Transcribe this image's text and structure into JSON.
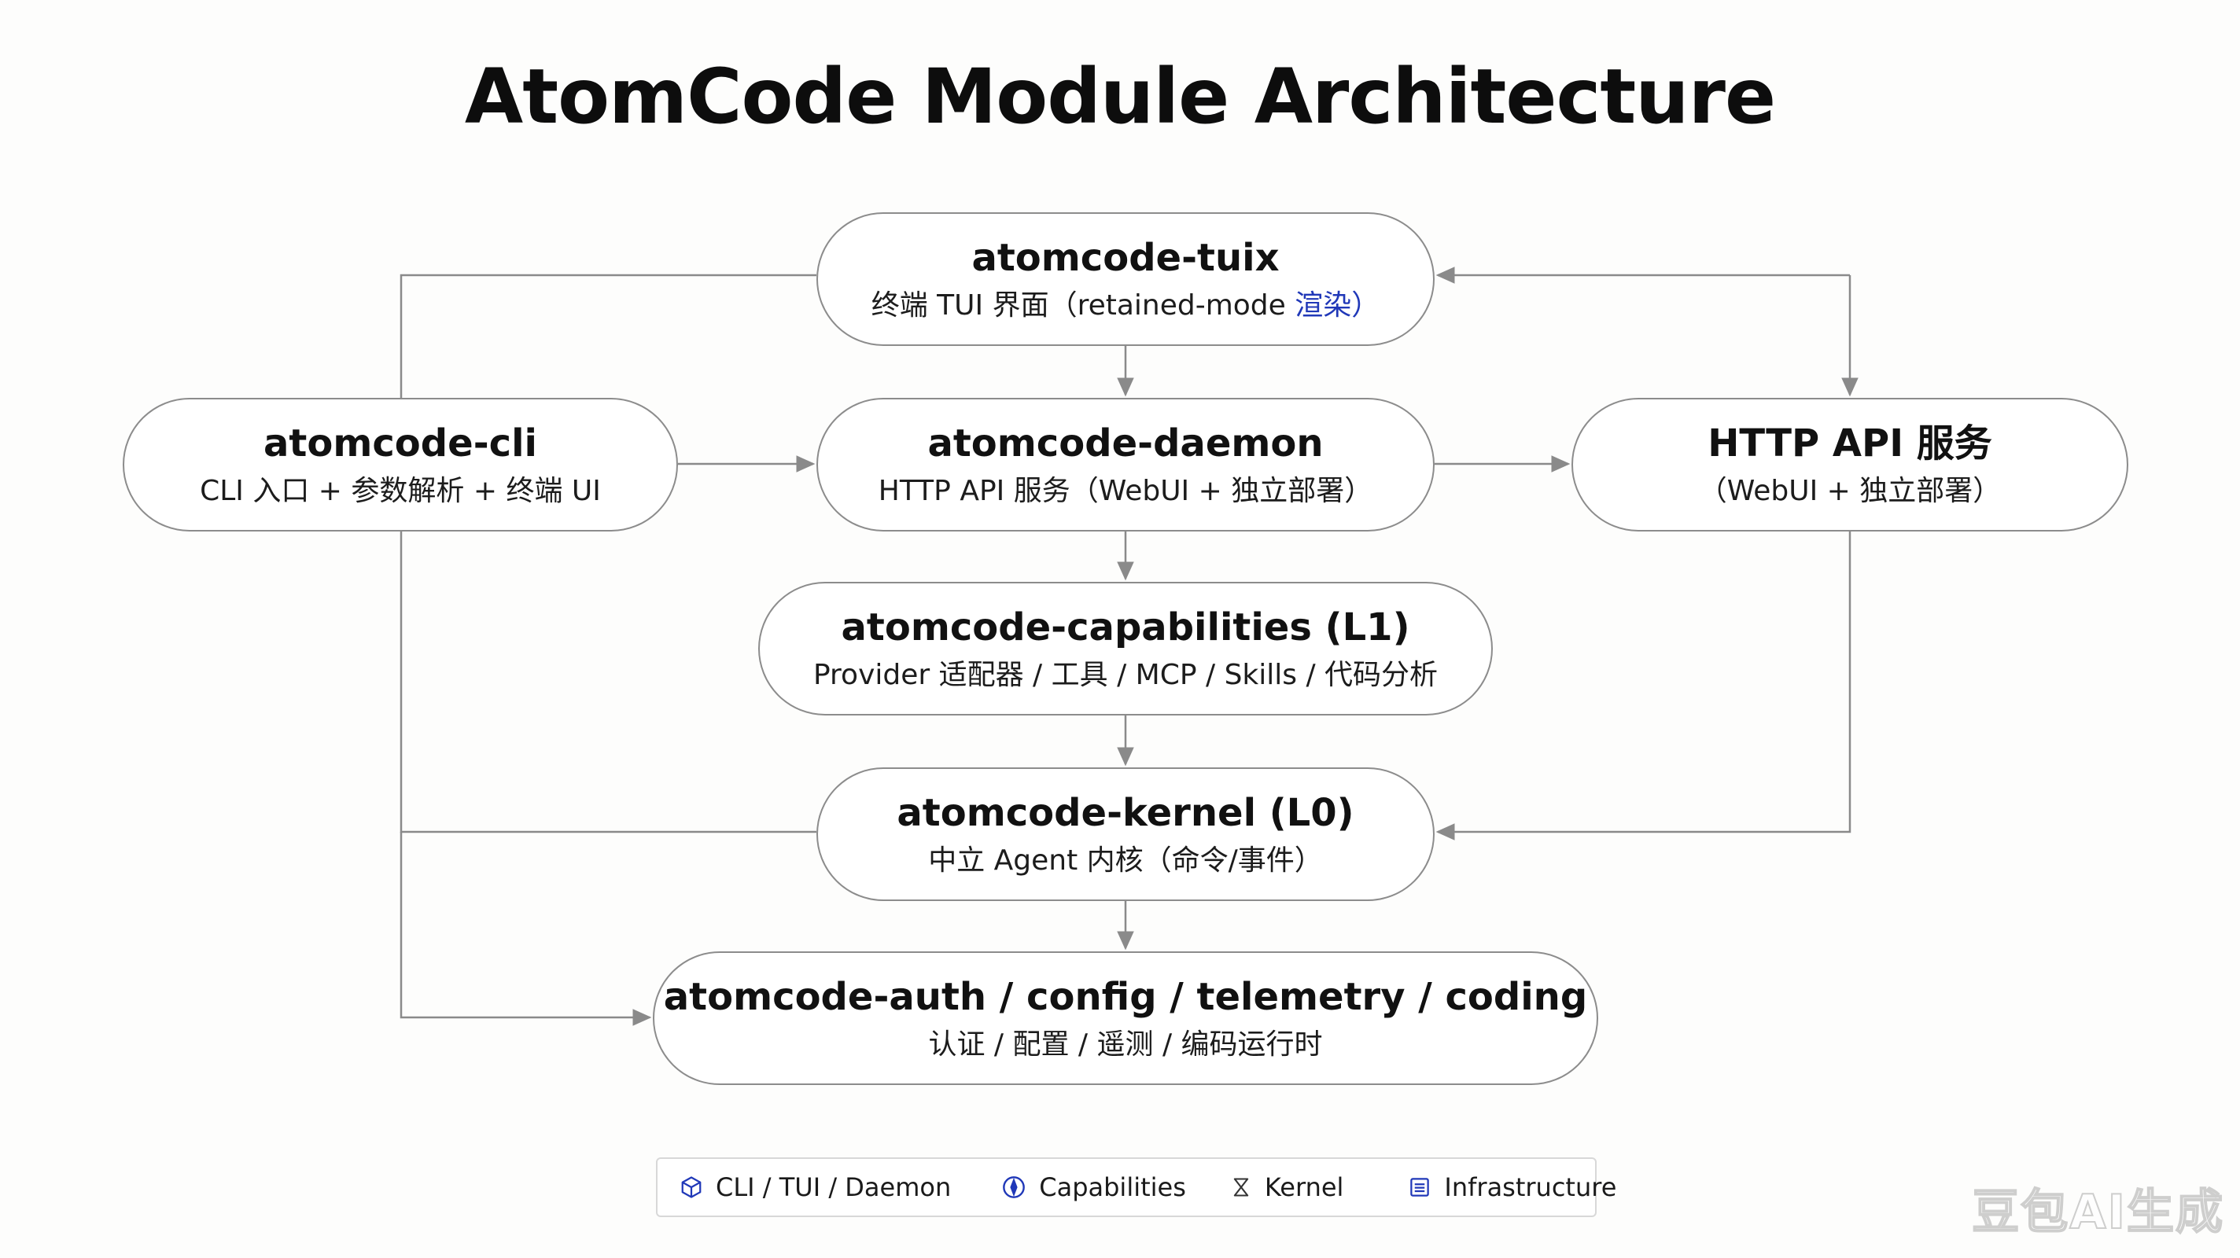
{
  "title": "AtomCode Module Architecture",
  "nodes": {
    "tuix": {
      "title": "atomcode-tuix",
      "subtitle": "终端 TUI 界面（retained-mode ",
      "subtitle_accent": "渲染",
      "subtitle_end": "）"
    },
    "cli": {
      "title": "atomcode-cli",
      "subtitle": "CLI 入口 + 参数解析 + 终端 UI"
    },
    "daemon": {
      "title": "atomcode-daemon",
      "subtitle": "HTTP API 服务（WebUI + 独立部署）"
    },
    "http": {
      "title": "HTTP API 服务",
      "subtitle": "（WebUI + 独立部署）"
    },
    "caps": {
      "title": "atomcode-capabilities (L1)",
      "subtitle": "Provider 适配器 / 工具 / MCP / Skills / 代码分析"
    },
    "kernel": {
      "title": "atomcode-kernel (L0)",
      "subtitle": "中立 Agent 内核（命令/事件）"
    },
    "infra": {
      "title": "atomcode-auth / config / telemetry / coding",
      "subtitle": "认证 / 配置 / 遥测 / 编码运行时"
    }
  },
  "legend": {
    "cli_tui_daemon": {
      "label": "CLI / TUI / Daemon",
      "icon": "cube-icon"
    },
    "capabilities": {
      "label": "Capabilities",
      "icon": "compass-icon"
    },
    "kernel": {
      "label": "Kernel",
      "icon": "hourglass-icon"
    },
    "infrastructure": {
      "label": "Infrastructure",
      "icon": "document-list-icon"
    }
  },
  "watermark": "豆包AI生成",
  "colors": {
    "accent": "#2038b8",
    "node_border": "#8c8c8c",
    "wire": "#8a8a8a",
    "legend_border": "#d8d8d8"
  }
}
